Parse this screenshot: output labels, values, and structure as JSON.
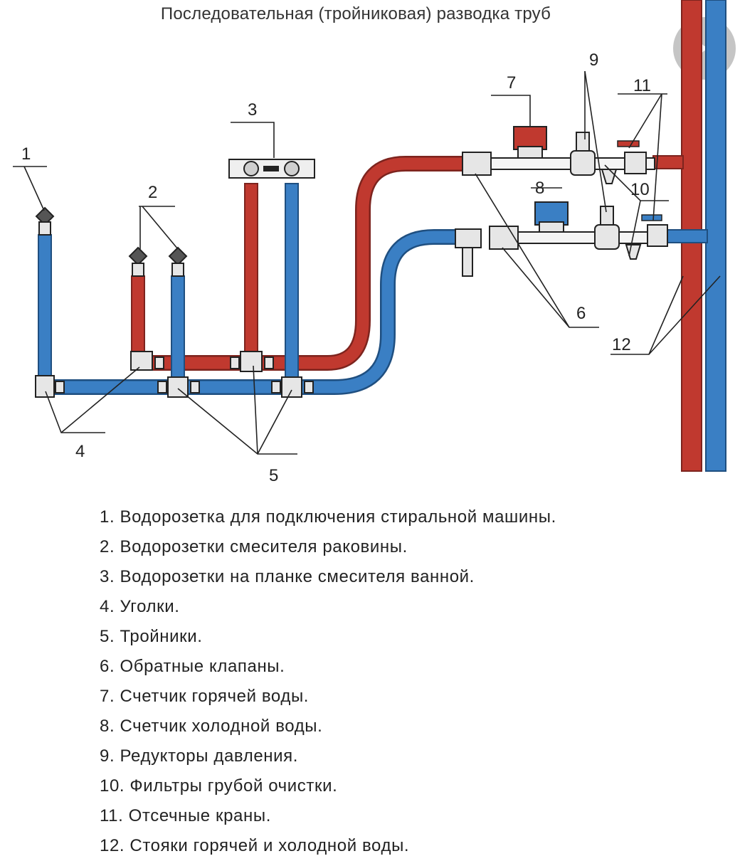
{
  "title": "Последовательная (тройниковая) разводка труб",
  "controls": {
    "close_icon": "close-icon"
  },
  "colors": {
    "hot": "#c0392f",
    "cold": "#3a7fc4",
    "hot_dark": "#7d241e",
    "cold_dark": "#1f4f80",
    "fitting": "#e6e6e6",
    "line": "#222222"
  },
  "labels": {
    "n1": "1",
    "n2": "2",
    "n3": "3",
    "n4": "4",
    "n5": "5",
    "n6": "6",
    "n7": "7",
    "n8": "8",
    "n9": "9",
    "n10": "10",
    "n11": "11",
    "n12": "12"
  },
  "legend": [
    "1. Водорозетка для подключения стиральной машины.",
    "2. Водорозетки смесителя раковины.",
    "3. Водорозетки на планке смесителя ванной.",
    "4. Уголки.",
    "5. Тройники.",
    "6. Обратные клапаны.",
    "7. Счетчик горячей воды.",
    "8. Счетчик холодной воды.",
    "9. Редукторы давления.",
    "10. Фильтры грубой очистки.",
    "11. Отсечные краны.",
    "12. Стояки горячей и холодной воды."
  ]
}
